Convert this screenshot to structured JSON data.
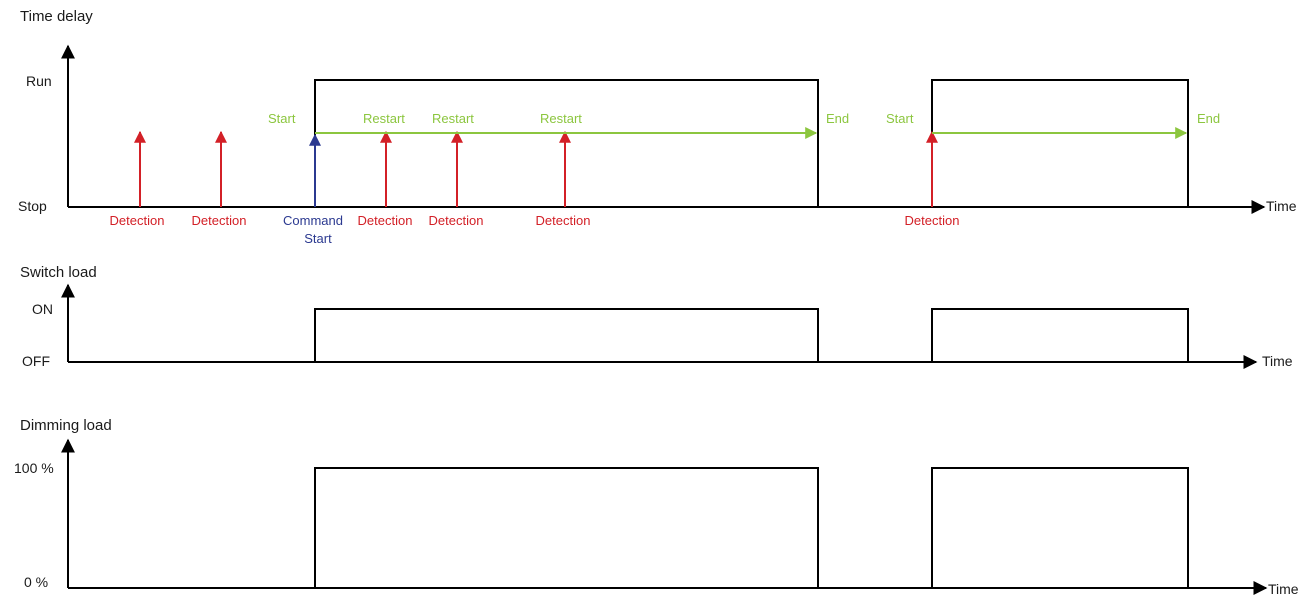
{
  "colors": {
    "axis": "#000000",
    "detection": "#d32027",
    "timer": "#8cc63f",
    "command": "#2b3990"
  },
  "panel1": {
    "title": "Time delay",
    "y_high": "Run",
    "y_low": "Stop",
    "x_label": "Time",
    "detection_label": "Detection",
    "command_label_1": "Command",
    "command_label_2": "Start",
    "start_label": "Start",
    "restart_label": "Restart",
    "end_label": "End"
  },
  "panel2": {
    "title": "Switch load",
    "y_high": "ON",
    "y_low": "OFF",
    "x_label": "Time"
  },
  "panel3": {
    "title": "Dimming load",
    "y_high": "100 %",
    "y_low": "0 %",
    "x_label": "Time"
  }
}
